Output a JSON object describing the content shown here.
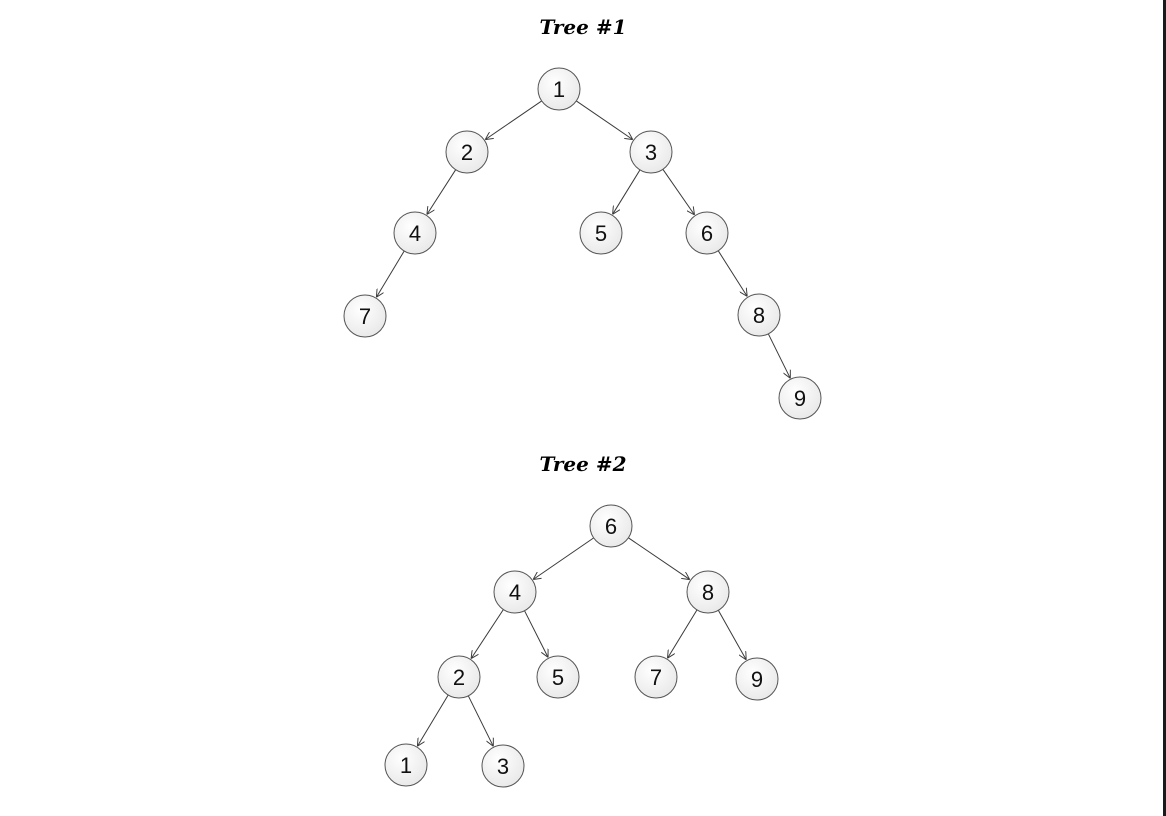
{
  "trees": [
    {
      "title": "Tree #1",
      "nodes": [
        {
          "id": "t1n1",
          "label": "1"
        },
        {
          "id": "t1n2",
          "label": "2"
        },
        {
          "id": "t1n3",
          "label": "3"
        },
        {
          "id": "t1n4",
          "label": "4"
        },
        {
          "id": "t1n5",
          "label": "5"
        },
        {
          "id": "t1n6",
          "label": "6"
        },
        {
          "id": "t1n7",
          "label": "7"
        },
        {
          "id": "t1n8",
          "label": "8"
        },
        {
          "id": "t1n9",
          "label": "9"
        }
      ],
      "edges": [
        [
          "t1n1",
          "t1n2"
        ],
        [
          "t1n1",
          "t1n3"
        ],
        [
          "t1n2",
          "t1n4"
        ],
        [
          "t1n4",
          "t1n7"
        ],
        [
          "t1n3",
          "t1n5"
        ],
        [
          "t1n3",
          "t1n6"
        ],
        [
          "t1n6",
          "t1n8"
        ],
        [
          "t1n8",
          "t1n9"
        ]
      ]
    },
    {
      "title": "Tree #2",
      "nodes": [
        {
          "id": "t2n6",
          "label": "6"
        },
        {
          "id": "t2n4",
          "label": "4"
        },
        {
          "id": "t2n8",
          "label": "8"
        },
        {
          "id": "t2n2",
          "label": "2"
        },
        {
          "id": "t2n5",
          "label": "5"
        },
        {
          "id": "t2n7",
          "label": "7"
        },
        {
          "id": "t2n9",
          "label": "9"
        },
        {
          "id": "t2n1",
          "label": "1"
        },
        {
          "id": "t2n3",
          "label": "3"
        }
      ],
      "edges": [
        [
          "t2n6",
          "t2n4"
        ],
        [
          "t2n6",
          "t2n8"
        ],
        [
          "t2n4",
          "t2n2"
        ],
        [
          "t2n4",
          "t2n5"
        ],
        [
          "t2n8",
          "t2n7"
        ],
        [
          "t2n8",
          "t2n9"
        ],
        [
          "t2n2",
          "t2n1"
        ],
        [
          "t2n2",
          "t2n3"
        ]
      ]
    }
  ]
}
